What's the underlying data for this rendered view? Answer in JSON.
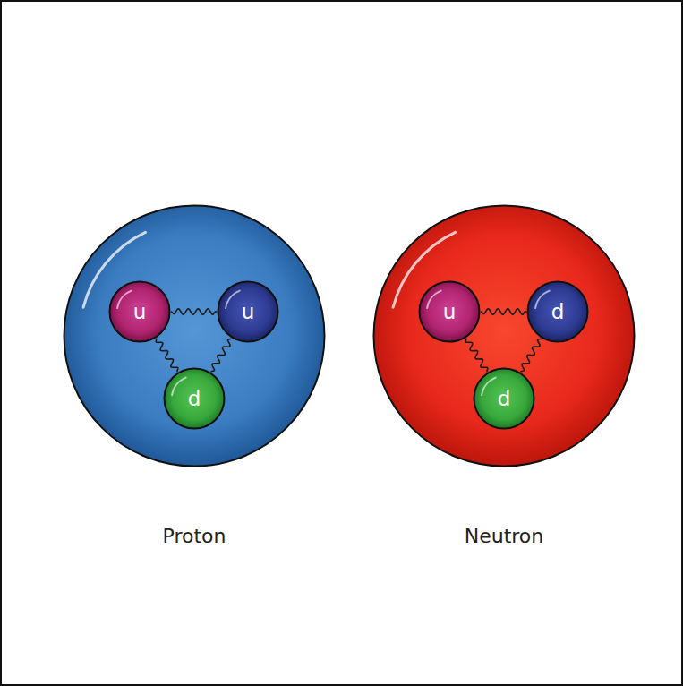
{
  "diagram": {
    "nodes": [
      {
        "text": [
          "Proton"
        ]
      },
      {
        "text": [
          "u"
        ],
        "in": 0
      },
      {
        "text": [
          "u"
        ],
        "in": 0
      },
      {
        "text": [
          "d"
        ],
        "in": 0
      },
      {
        "text": [
          "Neutron"
        ]
      },
      {
        "text": [
          "u"
        ],
        "in": 4
      },
      {
        "text": [
          "d"
        ],
        "in": 4
      },
      {
        "text": [
          "d"
        ],
        "in": 4
      }
    ],
    "edges": [
      {
        "from": 1,
        "to": 2,
        "arrow": "none"
      },
      {
        "from": 1,
        "to": 3,
        "arrow": "none"
      },
      {
        "from": 2,
        "to": 3,
        "arrow": "none"
      },
      {
        "from": 5,
        "to": 6,
        "arrow": "none"
      },
      {
        "from": 5,
        "to": 7,
        "arrow": "none"
      },
      {
        "from": 6,
        "to": 7,
        "arrow": "none"
      }
    ]
  }
}
